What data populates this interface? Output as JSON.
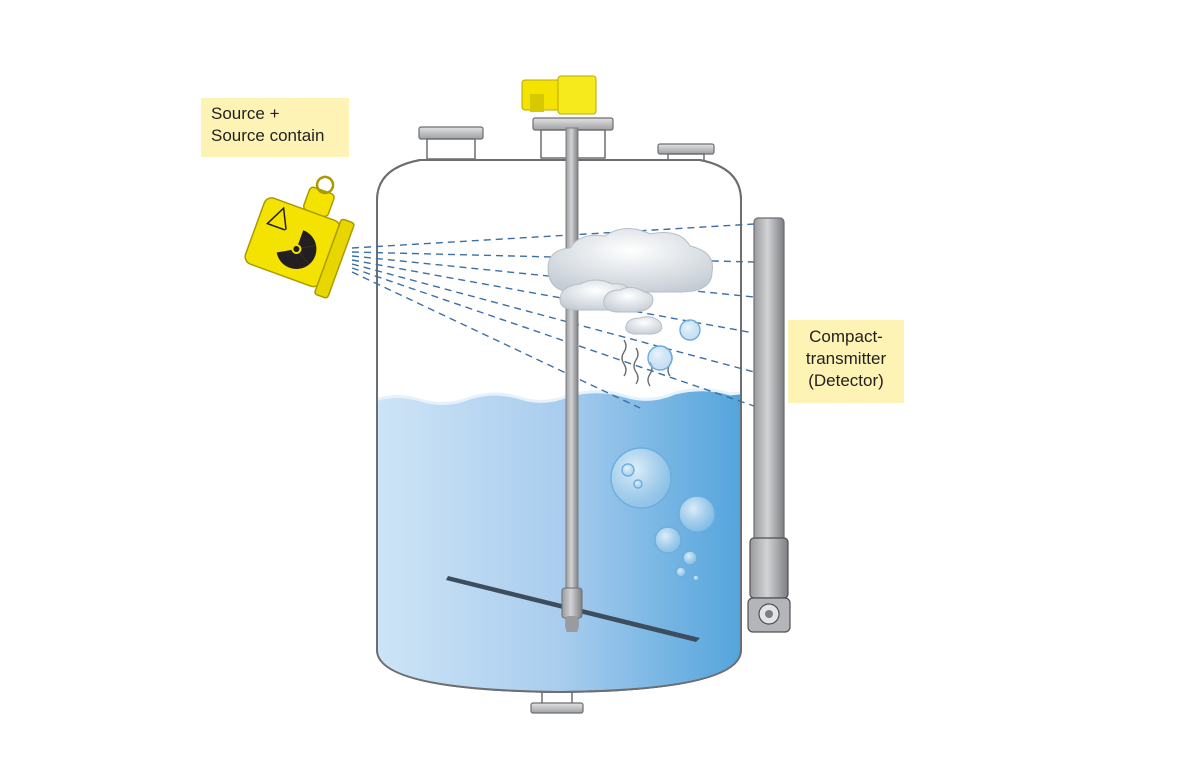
{
  "labels": {
    "source": {
      "line1": "Source +",
      "line2": "Source contain"
    },
    "detector": {
      "line1": "Compact-",
      "line2": "transmitter",
      "line3": "(Detector)"
    }
  },
  "icons": {
    "source_container": "radiation-trefoil-icon",
    "tank": "vessel-tank",
    "agitator": "agitator-stirrer",
    "detector_rod": "level-detector-rod",
    "foam": "foam-cloud",
    "bubbles": "gas-bubbles"
  },
  "colors": {
    "callout_bg": "#fdf3b4",
    "liquid_light": "#c9e2f4",
    "liquid_dark": "#4a9fd8",
    "source_yellow": "#f4e200",
    "beam": "#3b6fa6",
    "tank_outline": "#6d6e71"
  }
}
